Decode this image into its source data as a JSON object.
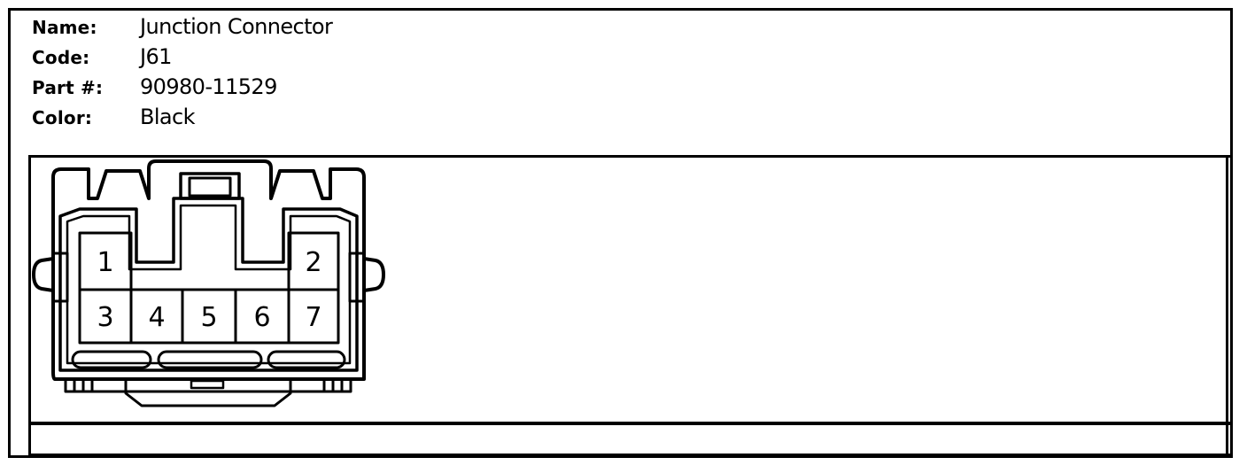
{
  "info": [
    {
      "label": "Name:",
      "value": "Junction Connector"
    },
    {
      "label": "Code:",
      "value": "J61"
    },
    {
      "label": "Part #:",
      "value": "90980-11529"
    },
    {
      "label": "Color:",
      "value": "Black"
    }
  ],
  "connector": {
    "pins": [
      "1",
      "2",
      "3",
      "4",
      "5",
      "6",
      "7"
    ]
  }
}
